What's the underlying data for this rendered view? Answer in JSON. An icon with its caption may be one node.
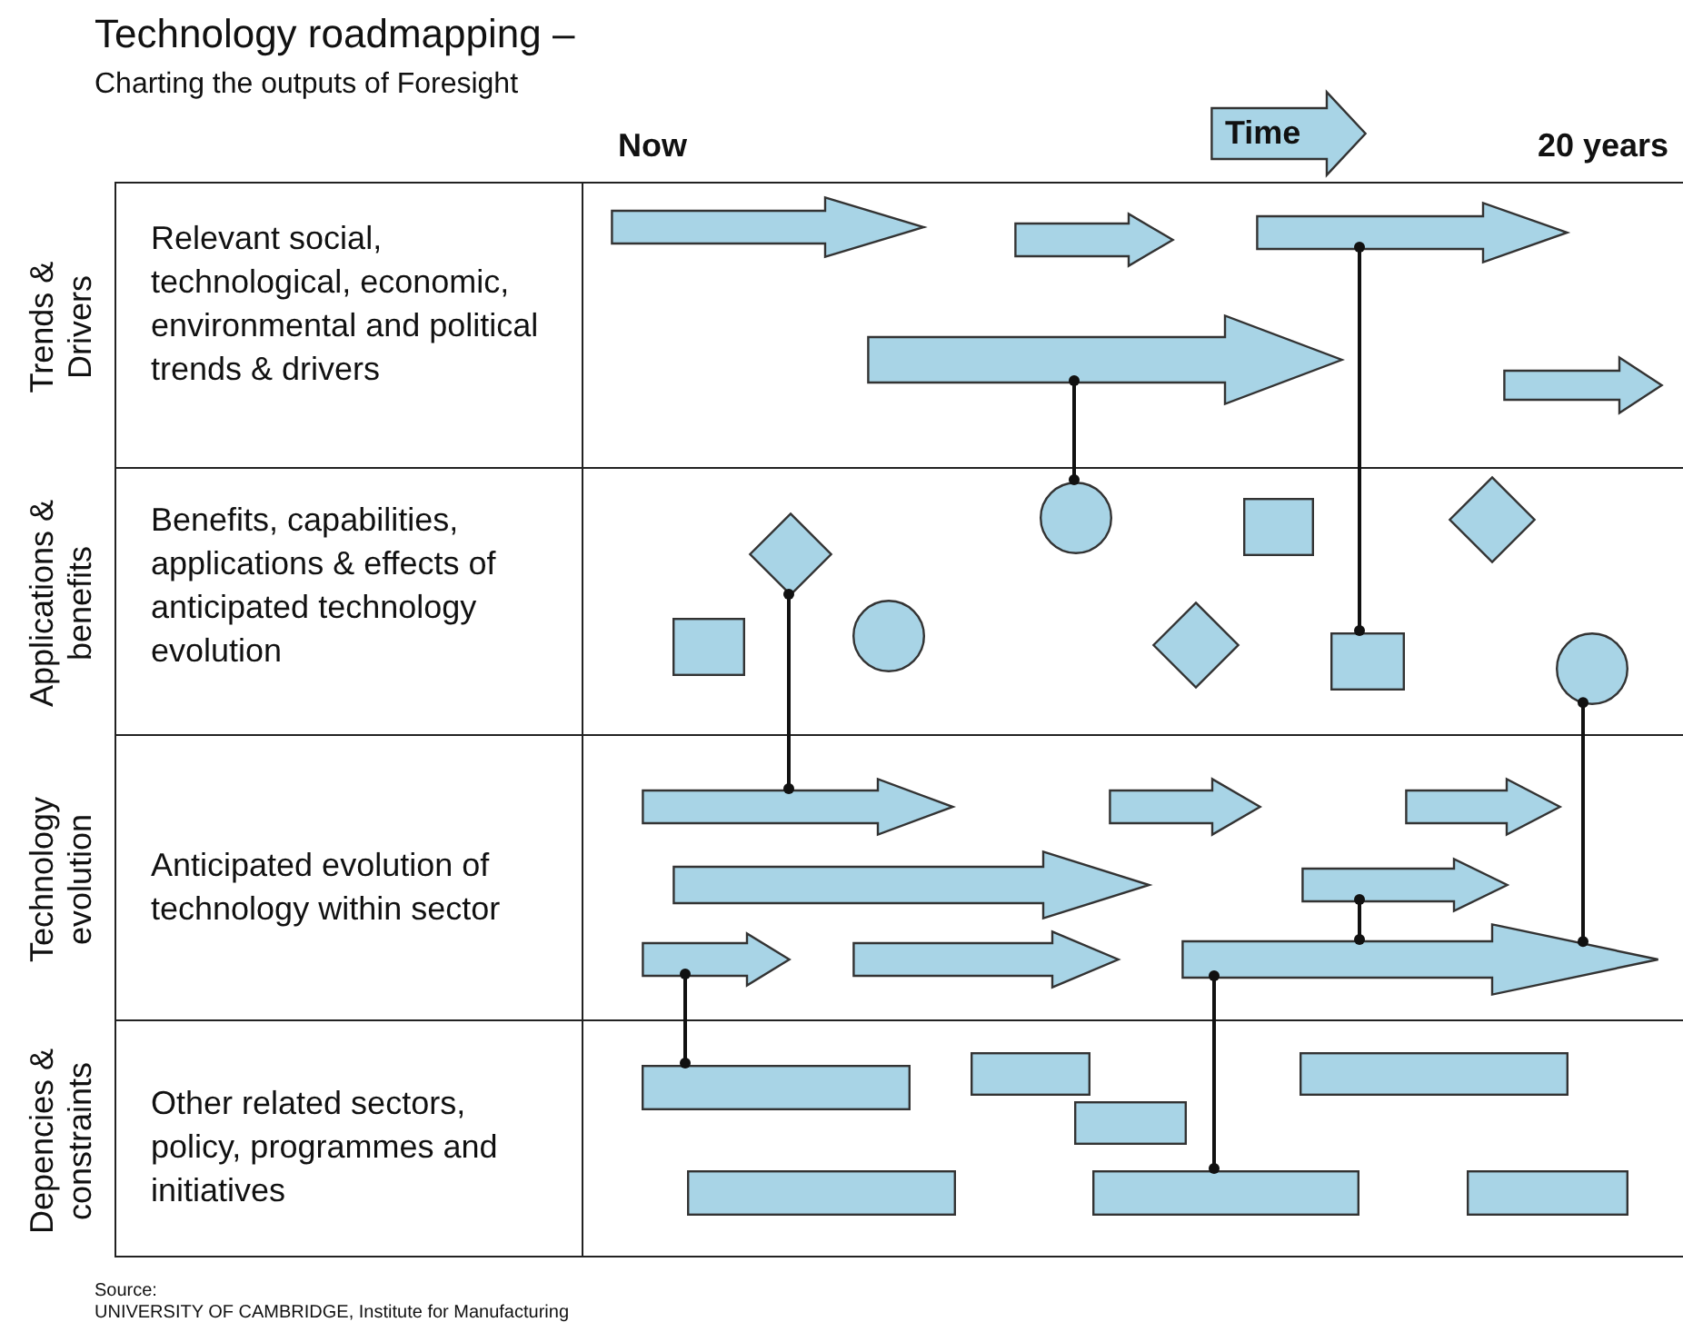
{
  "diagram": {
    "title": "Technology roadmapping –",
    "nodes": [
      {
        "text": [
          "Time"
        ]
      },
      {
        "text": [
          "Trends & Drivers",
          "Relevant social, technological, economic, environmental and political trends & drivers"
        ]
      },
      {
        "text": [],
        "shape": "arrow",
        "in": 1
      },
      {
        "text": [],
        "shape": "arrow",
        "in": 1
      },
      {
        "text": [],
        "shape": "arrow",
        "in": 1
      },
      {
        "text": [],
        "shape": "arrow",
        "in": 1
      },
      {
        "text": [],
        "shape": "arrow",
        "in": 1
      },
      {
        "text": [
          "Applications & benefits",
          "Benefits, capabilities, applications & effects of anticipated technology evolution"
        ]
      },
      {
        "text": [],
        "shape": "diamond",
        "in": 7
      },
      {
        "text": [],
        "shape": "circle",
        "in": 7
      },
      {
        "text": [],
        "shape": "box",
        "in": 7
      },
      {
        "text": [],
        "shape": "diamond",
        "in": 7
      },
      {
        "text": [],
        "shape": "box",
        "in": 7
      },
      {
        "text": [],
        "shape": "circle",
        "in": 7
      },
      {
        "text": [],
        "shape": "diamond",
        "in": 7
      },
      {
        "text": [],
        "shape": "box",
        "in": 7
      },
      {
        "text": [],
        "shape": "circle",
        "in": 7
      },
      {
        "text": [
          "Technology evolution",
          "Anticipated evolution of technology within sector"
        ]
      },
      {
        "text": [],
        "shape": "arrow",
        "in": 17
      },
      {
        "text": [],
        "shape": "arrow",
        "in": 17
      },
      {
        "text": [],
        "shape": "arrow",
        "in": 17
      },
      {
        "text": [],
        "shape": "arrow",
        "in": 17
      },
      {
        "text": [],
        "shape": "arrow",
        "in": 17
      },
      {
        "text": [],
        "shape": "arrow",
        "in": 17
      },
      {
        "text": [],
        "shape": "arrow",
        "in": 17
      },
      {
        "text": [],
        "shape": "arrow",
        "in": 17
      },
      {
        "text": [
          "Depencies & constraints",
          "Other related sectors, policy, programmes and initiatives"
        ]
      },
      {
        "text": [],
        "shape": "bar",
        "in": 26
      },
      {
        "text": [],
        "shape": "bar",
        "in": 26
      },
      {
        "text": [],
        "shape": "bar",
        "in": 26
      },
      {
        "text": [],
        "shape": "bar",
        "in": 26
      },
      {
        "text": [],
        "shape": "bar",
        "in": 26
      },
      {
        "text": [],
        "shape": "bar",
        "in": 26
      },
      {
        "text": [],
        "shape": "bar",
        "in": 26
      }
    ],
    "edges": [
      {
        "from": 5,
        "to": 9,
        "arrow": "other"
      },
      {
        "from": 4,
        "to": 15,
        "arrow": "other"
      },
      {
        "from": 8,
        "to": 18,
        "arrow": "other"
      },
      {
        "from": 16,
        "to": 25,
        "arrow": "other"
      },
      {
        "from": 22,
        "to": 25,
        "arrow": "other"
      },
      {
        "from": 23,
        "to": 27,
        "arrow": "other"
      },
      {
        "from": 25,
        "to": 32,
        "arrow": "other"
      }
    ],
    "labels": [
      "Charting the outputs of Foresight",
      "Now",
      "20 years",
      "Source:",
      "UNIVERSITY OF CAMBRIDGE,  Institute for Manufacturing"
    ]
  }
}
